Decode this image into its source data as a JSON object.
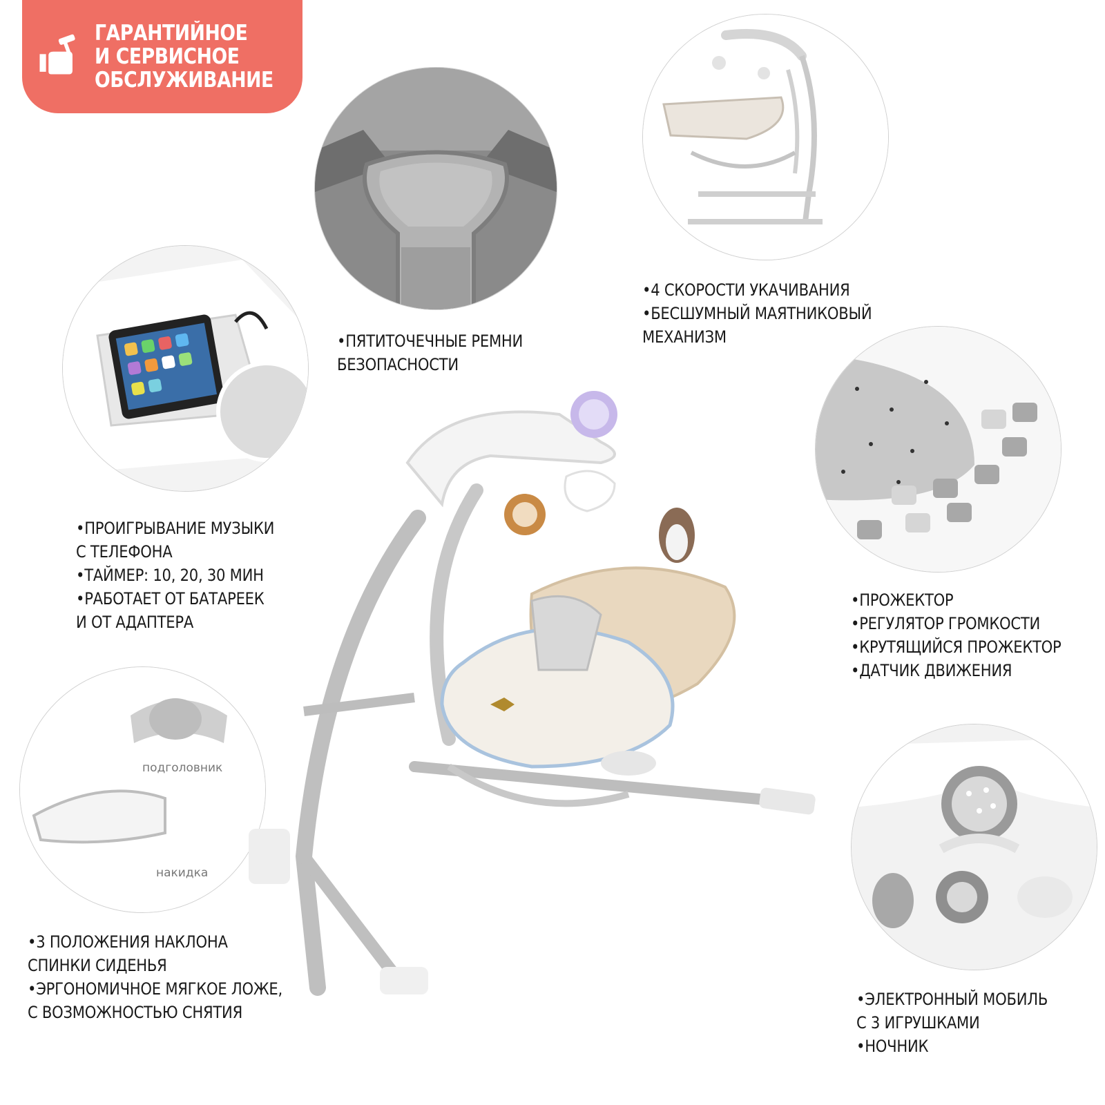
{
  "badge": {
    "lines": [
      "ГАРАНТИЙНОЕ",
      "И СЕРВИСНОЕ",
      "ОБСЛУЖИВАНИЕ"
    ],
    "icon": "hand-hammer-icon",
    "color": "#ef6f64"
  },
  "features": {
    "harness": [
      "•ПЯТИТОЧЕЧНЫЕ РЕМНИ",
      " БЕЗОПАСНОСТИ"
    ],
    "swing": [
      "•4 СКОРОСТИ УКАЧИВАНИЯ",
      "•БЕСШУМНЫЙ МАЯТНИКОВЫЙ",
      " МЕХАНИЗМ"
    ],
    "music": [
      "•ПРОИГРЫВАНИЕ МУЗЫКИ",
      " С ТЕЛЕФОНА",
      "•ТАЙМЕР: 10, 20, 30 МИН",
      "•РАБОТАЕТ ОТ БАТАРЕЕК",
      " И ОТ АДАПТЕРА"
    ],
    "projector": [
      "•ПРОЖЕКТОР",
      "•РЕГУЛЯТОР ГРОМКОСТИ",
      "•КРУТЯЩИЙСЯ ПРОЖЕКТОР",
      "•ДАТЧИК ДВИЖЕНИЯ"
    ],
    "seat": [
      "•3 ПОЛОЖЕНИЯ НАКЛОНА",
      " СПИНКИ СИДЕНЬЯ",
      "•ЭРГОНОМИЧНОЕ МЯГКОЕ ЛОЖЕ,",
      " С ВОЗМОЖНОСТЬЮ СНЯТИЯ"
    ],
    "mobile": [
      "•ЭЛЕКТРОННЫЙ МОБИЛЬ",
      " С 3 ИГРУШКАМИ",
      "•НОЧНИК"
    ]
  },
  "captions": {
    "headrest": "подголовник",
    "cover": "накидка"
  }
}
